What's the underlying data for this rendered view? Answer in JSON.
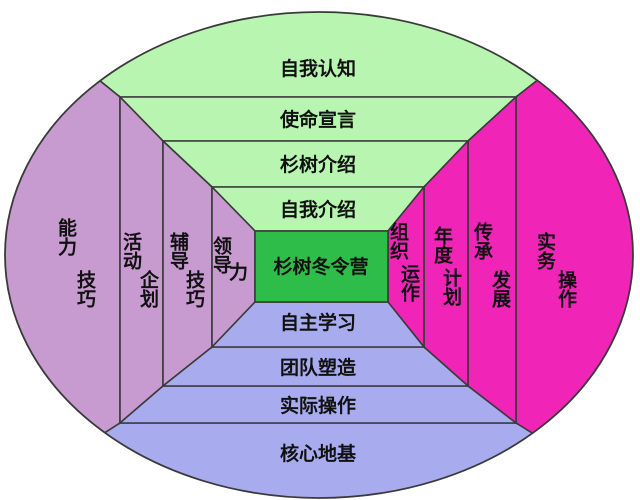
{
  "diagram": {
    "center": "杉树冬令营",
    "top": [
      "自我认知",
      "使命宣言",
      "杉树介绍",
      "自我介绍"
    ],
    "bottom": [
      "核心地基",
      "实际操作",
      "团队塑造",
      "自主学习"
    ],
    "left": [
      {
        "line1": "能力",
        "line2": "技巧"
      },
      {
        "line1": "活动",
        "line2": "企划"
      },
      {
        "line1": "辅导",
        "line2": "技巧"
      },
      {
        "line1": "领导",
        "line2": "力"
      }
    ],
    "right": [
      {
        "line1": "实务",
        "line2": "操作"
      },
      {
        "line1": "传承",
        "line2": "发展"
      },
      {
        "line1": "年度",
        "line2": "计划"
      },
      {
        "line1": "组织",
        "line2": "运作"
      }
    ],
    "colors": {
      "top": "#b7f5b0",
      "bottom": "#a8acee",
      "left": "#c79ad0",
      "right": "#f025b8",
      "center": "#2dbd48",
      "outline": "#3a3a3a"
    }
  }
}
